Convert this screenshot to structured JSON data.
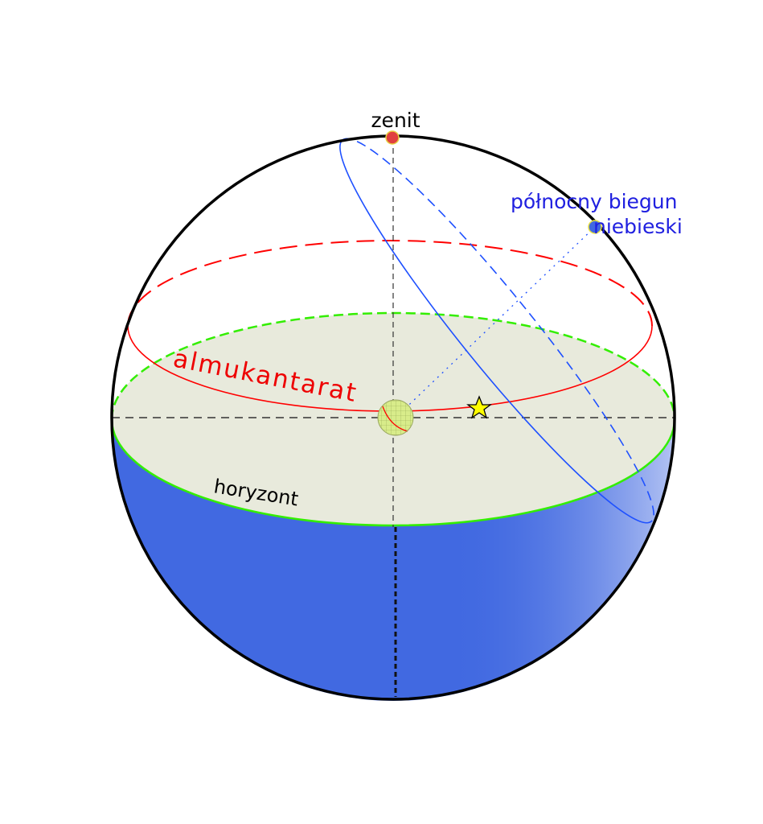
{
  "labels": {
    "zenith": "zenit",
    "pole_line1": "północny biegun",
    "pole_line2": "niebieski",
    "almucantar": "almukantarat",
    "horizon": "horyzont"
  },
  "colors": {
    "hemisphere": "#4169E1",
    "horizon_plane": "#E8EADC",
    "horizon_edge": "#33EE00",
    "almucantar": "#FF0000",
    "meridian": "#1E50FF",
    "pole_text": "#2020E0",
    "zenith_point": "#E04040",
    "star": "#FFFF00"
  }
}
